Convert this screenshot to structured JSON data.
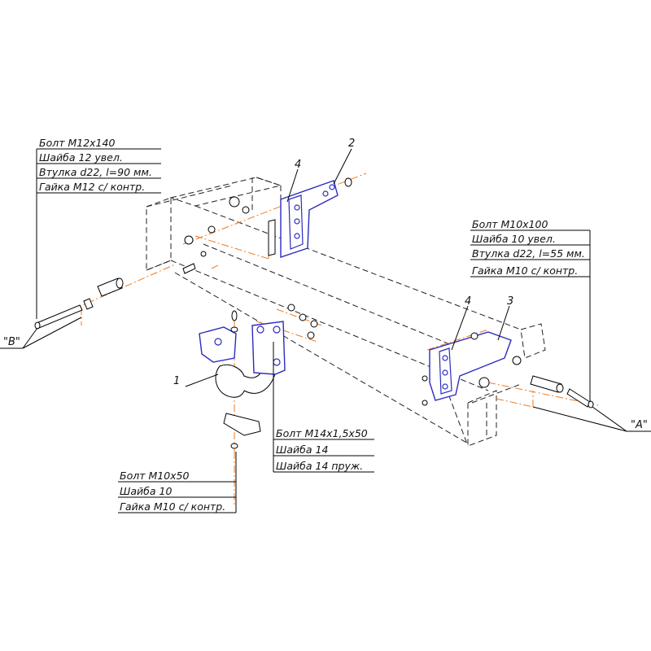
{
  "callouts": {
    "b_group": [
      "Болт М12х140",
      "Шайба 12 увел.",
      "Втулка d22, l=90 мм.",
      "Гайка М12 с/ контр."
    ],
    "a_group": [
      "Болт М10х100",
      "Шайба 10 увел.",
      "Втулка d22, l=55 мм.",
      "Гайка М10 с/ контр."
    ],
    "ball_group": [
      "Болт М14х1,5х50",
      "Шайба 14",
      "Шайба 14 пруж."
    ],
    "lower_group": [
      "Болт М10х50",
      "Шайба 10",
      "Гайка М10 с/ контр."
    ]
  },
  "views": {
    "b": "\"В\"",
    "a": "\"А\""
  },
  "parts": {
    "p1": "1",
    "p2": "2",
    "p3": "3",
    "p4_left": "4",
    "p4_right": "4"
  },
  "colors": {
    "outline": "#000000",
    "bracket": "#2b2bbf",
    "axis": "#f07a20",
    "hidden": "#222222"
  }
}
